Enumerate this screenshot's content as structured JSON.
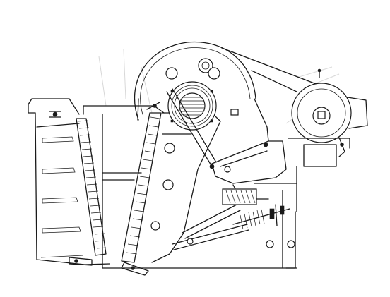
{
  "figure": {
    "kind": "jaw crusher cross-section line drawing",
    "line_color": "#1a1a1a",
    "background": "#ffffff"
  },
  "components": [
    {
      "id": "flywheel",
      "icon": "circle-outline"
    },
    {
      "id": "eccentric-shaft-bearing",
      "icon": "concentric-circles"
    },
    {
      "id": "frame",
      "icon": "rectangle-outline"
    },
    {
      "id": "fixed-jaw-plate",
      "icon": "hatched-band"
    },
    {
      "id": "swing-jaw-plate",
      "icon": "hatched-band"
    },
    {
      "id": "pitman",
      "icon": "plate-outline"
    },
    {
      "id": "toggle-plate",
      "icon": "bar"
    },
    {
      "id": "tension-rod-spring",
      "icon": "spring"
    },
    {
      "id": "motor",
      "icon": "circle-outline"
    },
    {
      "id": "motor-base",
      "icon": "bracket"
    }
  ]
}
